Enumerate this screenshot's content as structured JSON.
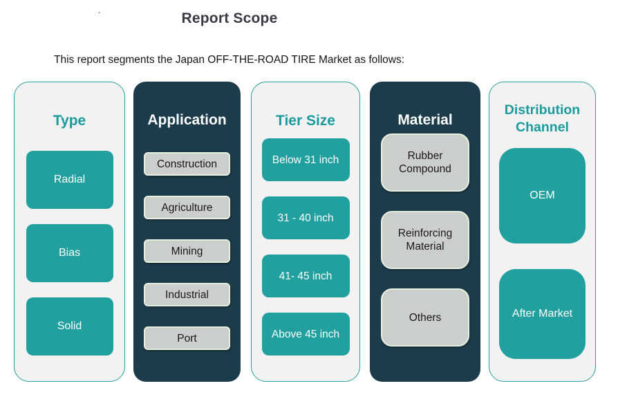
{
  "page": {
    "title": "Report Scope",
    "subtitle": "This report segments the Japan OFF-THE-ROAD TIRE Market as follows:",
    "stray_dot": "."
  },
  "colors": {
    "teal_box": "#22A0A0",
    "teal_title_text": "#1B9B9C",
    "dark_panel": "#1D3C4B",
    "light_panel_bg": "#F2F2F2",
    "light_panel_border": "#2B9E9E",
    "gray_box_bg": "#CBCFCC",
    "gray_box_border": "#E7EFE0",
    "page_title_color": "#3A3A44"
  },
  "columns": [
    {
      "label": "Type",
      "style": "light",
      "items": [
        "Radial",
        "Bias",
        "Solid"
      ]
    },
    {
      "label": "Application",
      "style": "dark",
      "items": [
        "Construction",
        "Agriculture",
        "Mining",
        "Industrial",
        "Port"
      ]
    },
    {
      "label": "Tier Size",
      "style": "light",
      "items": [
        "Below 31 inch",
        "31 - 40 inch",
        "41- 45 inch",
        "Above 45 inch"
      ]
    },
    {
      "label": "Material",
      "style": "dark",
      "items": [
        "Rubber Compound",
        "Reinforcing Material",
        "Others"
      ]
    },
    {
      "label": "Distribution Channel",
      "style": "light",
      "items": [
        "OEM",
        "After Market"
      ]
    }
  ]
}
